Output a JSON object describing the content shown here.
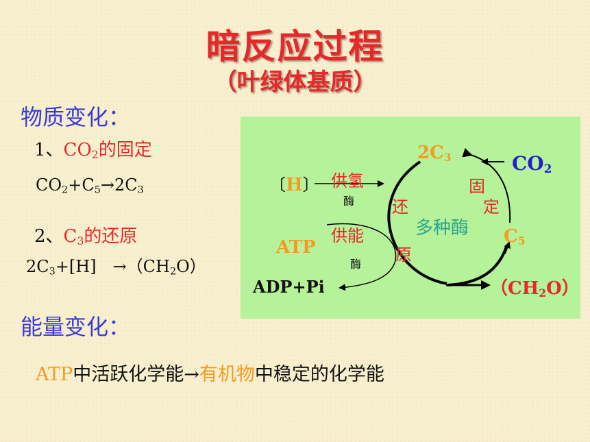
{
  "slide": {
    "title": "暗反应过程",
    "subtitle": "（叶绿体基质）",
    "section1": "物质变化：",
    "step1": {
      "prefix": "1、",
      "label": "CO",
      "sub": "2",
      "suffix": "的固定"
    },
    "formula1": {
      "a": "CO",
      "a_sub": "2",
      "b": "+C",
      "b_sub": "5",
      "c": "→2C",
      "c_sub": "3"
    },
    "step2": {
      "prefix": "2、",
      "label": "C",
      "sub": "3",
      "suffix": "的还原"
    },
    "formula2": {
      "a": "2C",
      "a_sub": "3",
      "b": "+[H]　→（CH",
      "b_sub": "2",
      "c": "O）"
    },
    "section2": "能量变化：",
    "energy": {
      "p1": "ATP",
      "p2": "中活跃化学能",
      "arrow": "→",
      "p3": "有机物",
      "p4": "中稳定的化学能"
    }
  },
  "diagram": {
    "c3": {
      "text": "2C",
      "sub": "3"
    },
    "co2": {
      "text": "CO",
      "sub": "2"
    },
    "h": {
      "open": "〔",
      "text": "H",
      "close": "〕"
    },
    "supply_h": "供氢",
    "enzyme1": "酶",
    "fix1": "固",
    "fix2": "定",
    "reduce1": "还",
    "reduce2": "原",
    "enzymes": "多种酶",
    "atp": "ATP",
    "supply_energy": "供能",
    "enzyme2": "酶",
    "c5": {
      "text": "C",
      "sub": "5"
    },
    "adp": "ADP+Pi",
    "ch2o": {
      "open": "（CH",
      "sub": "2",
      "close": "O）"
    }
  }
}
